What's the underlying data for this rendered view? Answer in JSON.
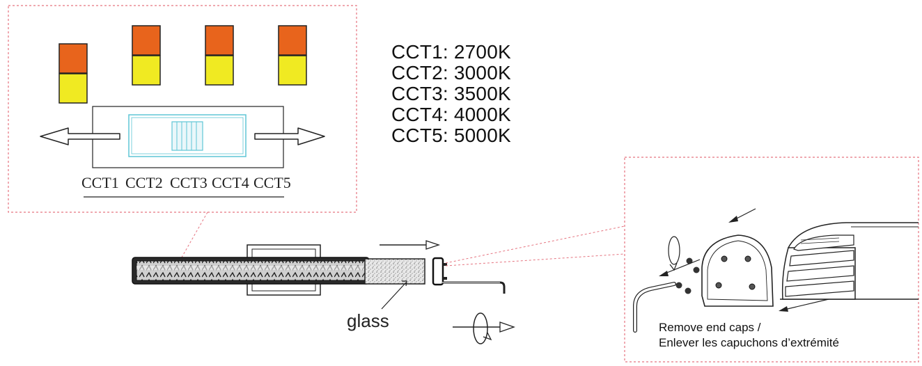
{
  "cct_list": [
    {
      "text": "CCT1: 2700K"
    },
    {
      "text": "CCT2: 3000K"
    },
    {
      "text": "CCT3: 3500K"
    },
    {
      "text": "CCT4: 4000K"
    },
    {
      "text": "CCT5: 5000K"
    }
  ],
  "switch": {
    "labels": [
      "CCT1",
      "CCT2",
      "CCT3",
      "CCT4",
      "CCT5"
    ]
  },
  "fixture": {
    "glass_label": "glass"
  },
  "end_cap": {
    "caption_en": "Remove end caps /",
    "caption_fr": "Enlever les capuchons d’extrémité"
  },
  "colors": {
    "orange": "#e8641c",
    "yellow": "#f0ea22",
    "callout_dash": "#e5737f",
    "switch_cyan": "#5fc6d6"
  }
}
